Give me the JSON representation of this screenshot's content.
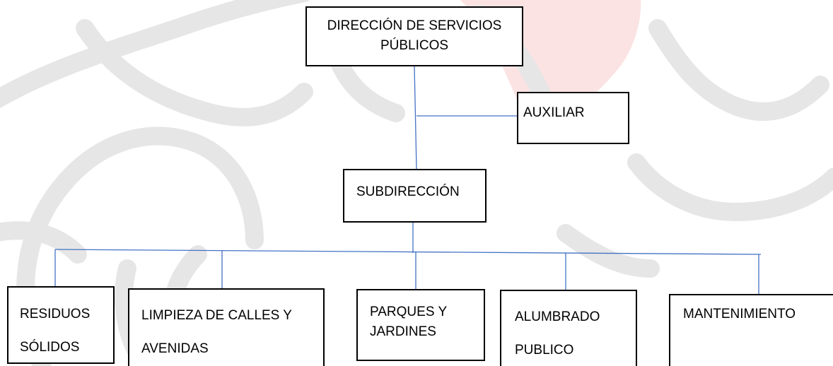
{
  "org_chart": {
    "director": {
      "lines": [
        "DIRECCIÓN DE SERVICIOS",
        "PÚBLICOS"
      ]
    },
    "assistant": {
      "lines": [
        "AUXILIAR"
      ]
    },
    "deputy": {
      "lines": [
        "SUBDIRECCIÓN"
      ]
    },
    "departments": [
      {
        "lines": [
          "RESIDUOS",
          "SÓLIDOS"
        ]
      },
      {
        "lines": [
          "LIMPIEZA DE CALLES Y",
          "AVENIDAS"
        ]
      },
      {
        "lines": [
          "PARQUES Y",
          "JARDINES"
        ]
      },
      {
        "lines": [
          "ALUMBRADO",
          "PUBLICO"
        ]
      },
      {
        "lines": [
          "MANTENIMIENTO"
        ]
      }
    ]
  },
  "colors": {
    "connector": "#4472c4",
    "box_border": "#000000",
    "watermark_gray": "#e6e6e6",
    "watermark_red": "#fbe3e3"
  }
}
